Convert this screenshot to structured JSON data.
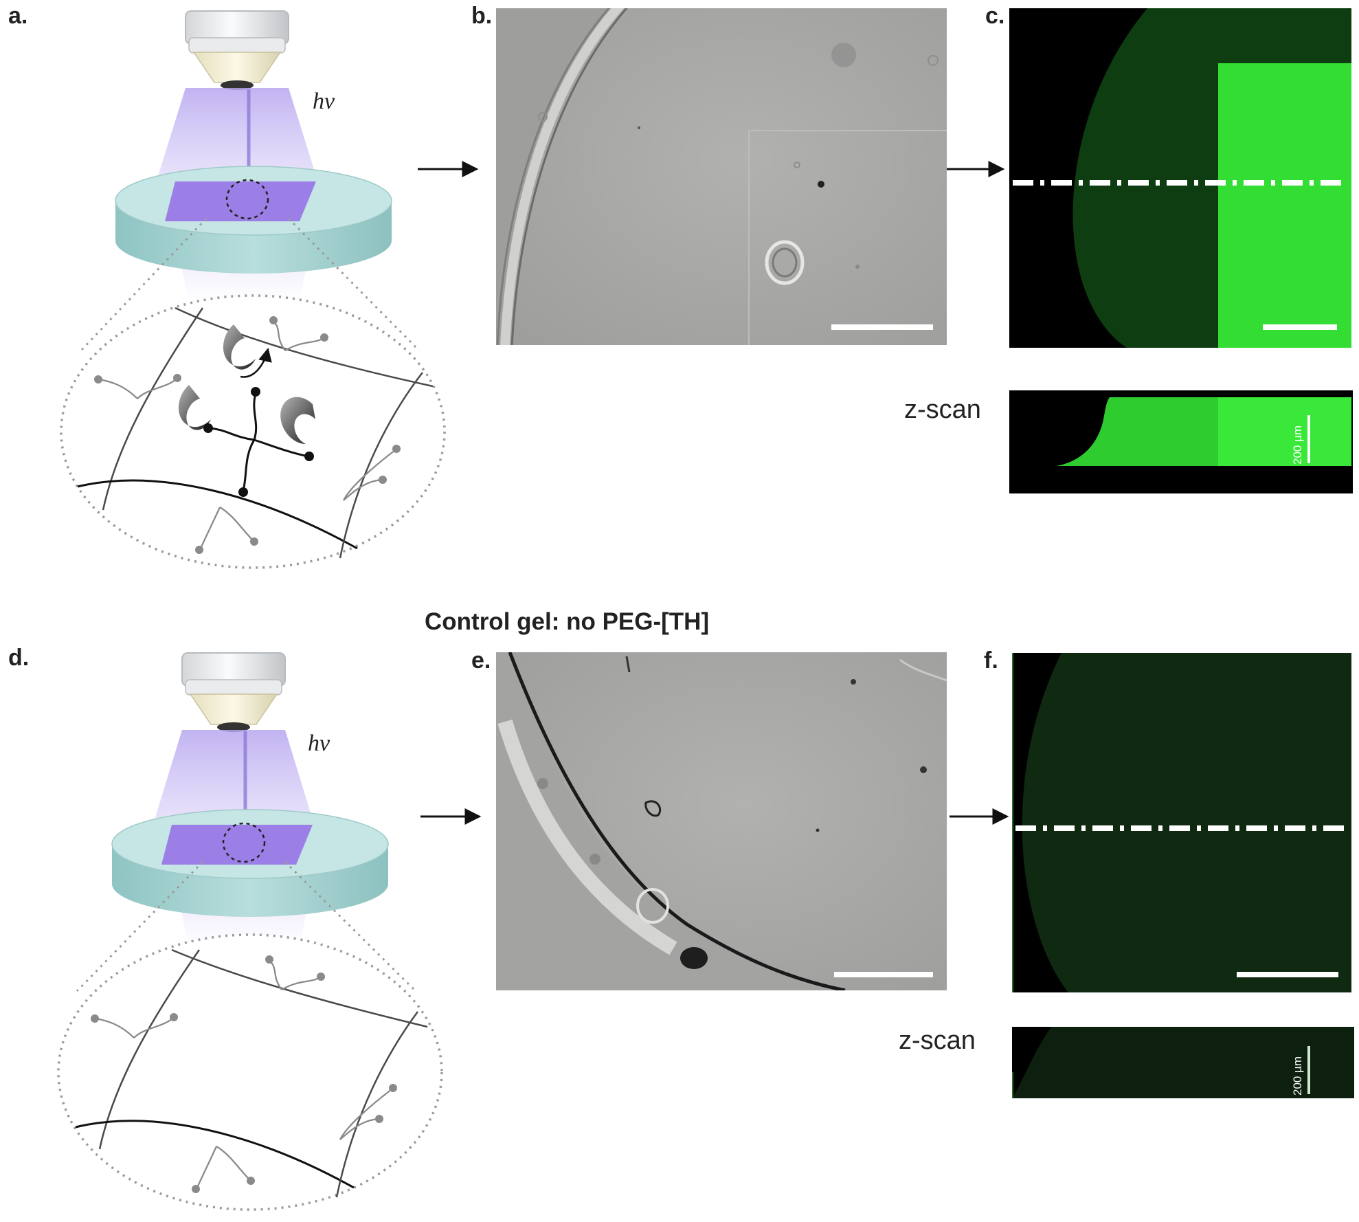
{
  "figure": {
    "panel_labels": {
      "a": "a.",
      "b": "b.",
      "c": "c.",
      "d": "d.",
      "e": "e.",
      "f": "f."
    },
    "light_symbol": "hν",
    "zscan_label": "z-scan",
    "scalebar_label": "200 µm",
    "control_title": "Control gel: no PEG-[TH]",
    "colors": {
      "fluorescence_green": "#33dd33",
      "light_violet": "#9b7fe6",
      "dish_teal": "#a8d8d6",
      "micrograph_gray": "#a9aaa8"
    },
    "icons": [
      "objective-lens-icon",
      "arrow-right-icon",
      "polymer-network-icon",
      "enzyme-icon",
      "tetra-arm-peg-icon"
    ]
  }
}
